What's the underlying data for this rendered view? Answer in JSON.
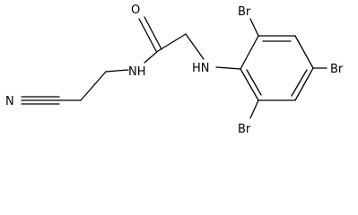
{
  "molecule": {
    "atoms": {
      "nitrile_n": "N",
      "amide_o": "O",
      "amide_nh": "NH",
      "amine_hn": "HN",
      "br_top": "Br",
      "br_right": "Br",
      "br_bottom": "Br"
    }
  }
}
